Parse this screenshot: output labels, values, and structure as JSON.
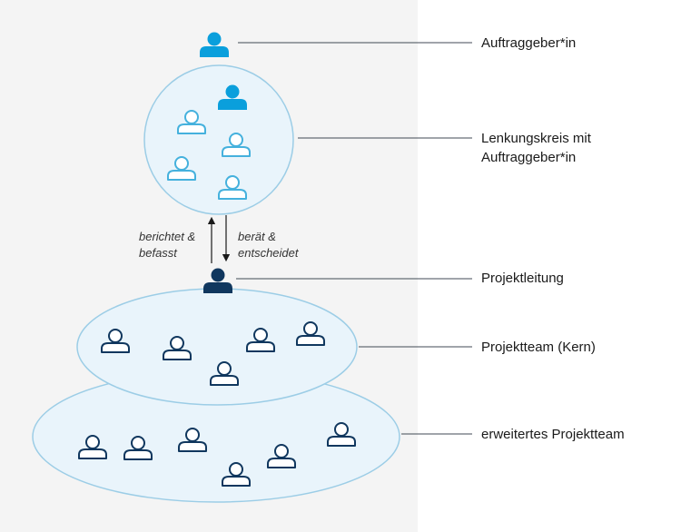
{
  "colors": {
    "accent": "#0a9fdc",
    "outline_light": "#45b1dd",
    "navy": "#10375e",
    "circle_fill": "#e9f4fb",
    "circle_stroke": "#9ccde6",
    "leader_line": "#404a55"
  },
  "labels": {
    "client": "Auftraggeber*in",
    "steering_line1": "Lenkungskreis mit",
    "steering_line2": "Auftraggeber*in",
    "project_lead": "Projektleitung",
    "core_team": "Projektteam (Kern)",
    "extended_team": "erweitertes Projektteam"
  },
  "edges": {
    "reports_line1": "berichtet &",
    "reports_line2": "befasst",
    "advises_line1": "berät &",
    "advises_line2": "entscheidet"
  },
  "icons": {
    "person": "person-icon"
  }
}
